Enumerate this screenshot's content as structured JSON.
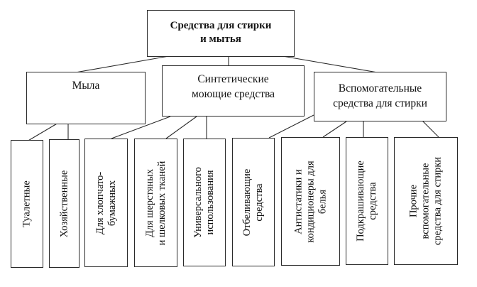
{
  "diagram": {
    "root": {
      "line1": "Средства для стирки",
      "line2": "и мытья"
    },
    "categories": [
      {
        "id": "soap",
        "lines": [
          "Мыла"
        ]
      },
      {
        "id": "synthetic",
        "lines": [
          "Синтетические",
          "моющие средства"
        ]
      },
      {
        "id": "auxiliary",
        "lines": [
          "Вспомогательные",
          "средства для стирки"
        ]
      }
    ],
    "leaves": [
      {
        "parent": "soap",
        "lines": [
          "Туалетные"
        ]
      },
      {
        "parent": "soap",
        "lines": [
          "Хозяйственные"
        ]
      },
      {
        "parent": "synthetic",
        "lines": [
          "Для хлопчато-",
          "бумажных"
        ]
      },
      {
        "parent": "synthetic",
        "lines": [
          "Для шерстяных",
          "и шелковых тканей"
        ]
      },
      {
        "parent": "synthetic",
        "lines": [
          "Универсального",
          "использования"
        ]
      },
      {
        "parent": "auxiliary",
        "lines": [
          "Отбеливающие",
          "средства"
        ]
      },
      {
        "parent": "auxiliary",
        "lines": [
          "Антистатики и",
          "кондиционеры для",
          "белья"
        ]
      },
      {
        "parent": "auxiliary",
        "lines": [
          "Подкрашивающие",
          "средства"
        ]
      },
      {
        "parent": "auxiliary",
        "lines": [
          "Прочие",
          "вспомогательные",
          "средства для стирки"
        ]
      }
    ],
    "colors": {
      "line": "#2a2a2a",
      "background": "#ffffff",
      "text": "#111111"
    }
  }
}
